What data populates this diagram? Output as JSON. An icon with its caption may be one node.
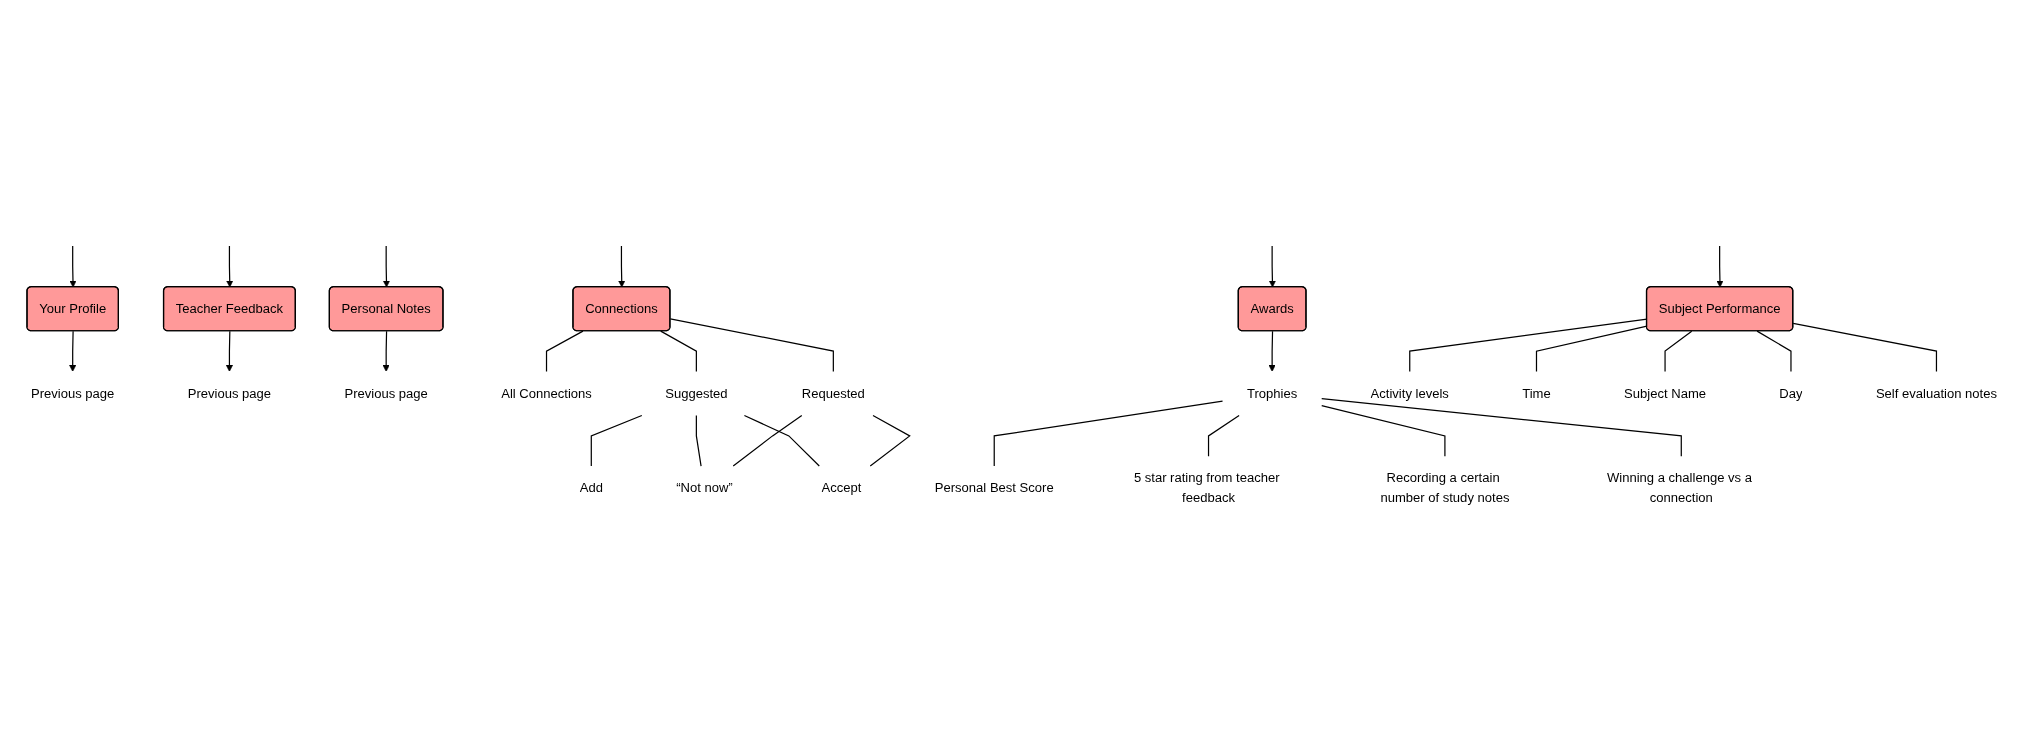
{
  "diagram": {
    "nodes": [
      {
        "text": [
          "Your Profile"
        ]
      },
      {
        "text": [
          "Connections"
        ]
      },
      {
        "text": [
          "Teacher Feedback"
        ]
      },
      {
        "text": [
          "Awards"
        ]
      },
      {
        "text": [
          "Personal Notes"
        ]
      },
      {
        "text": [
          "Subject Performance"
        ]
      },
      {
        "text": [
          "Previous page"
        ]
      },
      {
        "text": [
          "Previous page"
        ]
      },
      {
        "text": [
          "Previous page"
        ]
      },
      {
        "text": [
          "All Connections"
        ]
      },
      {
        "text": [
          "Suggested"
        ]
      },
      {
        "text": [
          "Requested"
        ]
      },
      {
        "text": [
          "Trophies"
        ]
      },
      {
        "text": [
          "Activity levels"
        ]
      },
      {
        "text": [
          "Time"
        ]
      },
      {
        "text": [
          "Add"
        ]
      },
      {
        "text": [
          "“Not now”"
        ]
      },
      {
        "text": [
          "Accept"
        ]
      },
      {
        "text": [
          "Personal Best Score"
        ]
      },
      {
        "text": [
          "5 star rating from teacher feedback"
        ]
      },
      {
        "text": [
          "Winning a challenge vs a connection"
        ]
      },
      {
        "text": [
          "Subject Name"
        ]
      },
      {
        "text": [
          "Day"
        ]
      },
      {
        "text": [
          "Self evaluation notes"
        ]
      },
      {
        "text": [
          "Recording a certain number of study notes"
        ]
      }
    ],
    "edges": [
      {
        "from": null,
        "to": 0,
        "arrow": "to"
      },
      {
        "from": null,
        "to": 1,
        "arrow": "to"
      },
      {
        "from": null,
        "to": 2,
        "arrow": "to"
      },
      {
        "from": null,
        "to": 3,
        "arrow": "to"
      },
      {
        "from": null,
        "to": 4,
        "arrow": "to"
      },
      {
        "from": null,
        "to": 5,
        "arrow": "to"
      },
      {
        "from": 0,
        "to": 6,
        "arrow": "to"
      },
      {
        "from": 1,
        "to": 9,
        "arrow": "none"
      },
      {
        "from": 1,
        "to": 10,
        "arrow": "none"
      },
      {
        "from": 1,
        "to": 11,
        "arrow": "none"
      },
      {
        "from": 2,
        "to": 7,
        "arrow": "to"
      },
      {
        "from": 3,
        "to": 12,
        "arrow": "to"
      },
      {
        "from": 4,
        "to": 8,
        "arrow": "to"
      },
      {
        "from": 5,
        "to": 13,
        "arrow": "none"
      },
      {
        "from": 5,
        "to": 21,
        "arrow": "none"
      },
      {
        "from": 5,
        "to": 14,
        "arrow": "none"
      },
      {
        "from": 5,
        "to": 23,
        "arrow": "none"
      },
      {
        "from": 5,
        "to": 22,
        "arrow": "none"
      },
      {
        "from": 10,
        "to": 15,
        "arrow": "none"
      },
      {
        "from": 10,
        "to": 16,
        "arrow": "none"
      },
      {
        "from": 10,
        "to": 17,
        "arrow": "none"
      },
      {
        "from": 11,
        "to": 16,
        "arrow": "none"
      },
      {
        "from": 11,
        "to": 17,
        "arrow": "none"
      },
      {
        "from": 12,
        "to": 18,
        "arrow": "none"
      },
      {
        "from": 12,
        "to": 19,
        "arrow": "none"
      },
      {
        "from": 12,
        "to": 24,
        "arrow": "none"
      },
      {
        "from": 12,
        "to": 20,
        "arrow": "none"
      }
    ]
  }
}
